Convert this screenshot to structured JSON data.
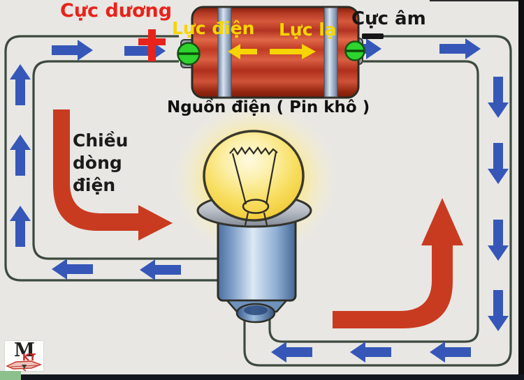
{
  "diagram": {
    "positive_label": "Cực dương",
    "positive_sign": "+",
    "negative_label": "Cực âm",
    "negative_sign": "-",
    "battery_force_left": "Lực điện",
    "battery_force_right": "Lực lạ",
    "source_label": "Nguồn điện ( Pin khô )",
    "current_direction_lines": [
      "Chiều",
      "dòng",
      "điện"
    ]
  },
  "logo": {
    "main_letter": "M",
    "sub_letters": "KT"
  },
  "colors": {
    "background": "#e8e7e4",
    "wire": "#3c4a3e",
    "arrow_blue": "#3657b8",
    "arrow_red": "#c93b20",
    "label_red": "#e8231b",
    "label_yellow": "#f6d502",
    "battery_red": "#c23a24",
    "battery_band": "#cfdceb",
    "terminal_green": "#2ed32e",
    "bulb_yellow": "#f7dc52"
  }
}
